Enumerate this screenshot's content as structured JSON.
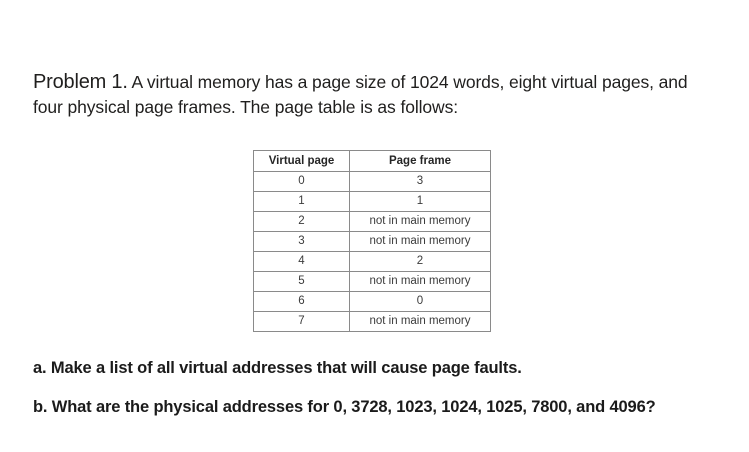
{
  "document": {
    "background_color": "#ffffff",
    "text_color": "#201f1e"
  },
  "problem": {
    "label": "Problem 1.",
    "body": " A virtual memory has a page size of 1024 words, eight virtual pages, and four physical page frames. The page table is as follows:"
  },
  "page_table": {
    "border_color": "#8a8a8a",
    "headers": {
      "virtual_page": "Virtual page",
      "page_frame": "Page frame"
    },
    "rows": [
      {
        "virtual_page": "0",
        "page_frame": "3"
      },
      {
        "virtual_page": "1",
        "page_frame": "1"
      },
      {
        "virtual_page": "2",
        "page_frame": "not in main memory"
      },
      {
        "virtual_page": "3",
        "page_frame": "not in main memory"
      },
      {
        "virtual_page": "4",
        "page_frame": "2"
      },
      {
        "virtual_page": "5",
        "page_frame": "not in main memory"
      },
      {
        "virtual_page": "6",
        "page_frame": "0"
      },
      {
        "virtual_page": "7",
        "page_frame": "not in main memory"
      }
    ]
  },
  "questions": [
    {
      "text": "a. Make a list of all virtual addresses that will cause page faults."
    },
    {
      "text": "b. What are the physical addresses for 0, 3728, 1023, 1024, 1025, 7800, and 4096?"
    }
  ]
}
